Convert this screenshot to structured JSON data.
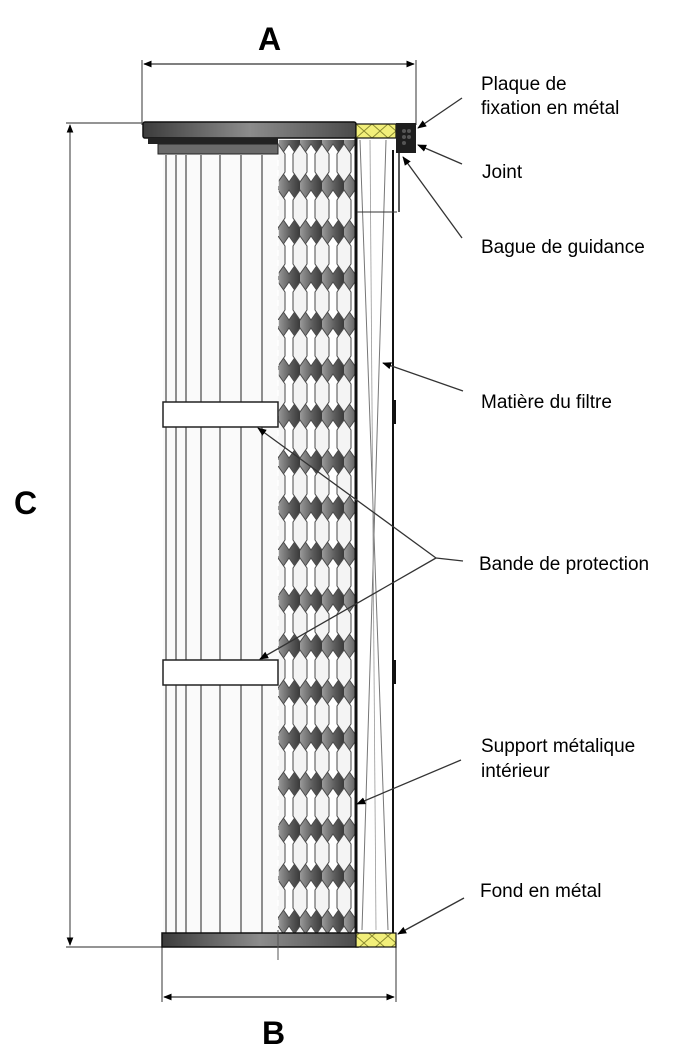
{
  "title": "Filter cartridge cross-section",
  "dimensions": {
    "A": "A",
    "B": "B",
    "C": "C"
  },
  "callouts": [
    {
      "id": "plaque",
      "lines": [
        "Plaque de",
        "fixation en métal"
      ]
    },
    {
      "id": "joint",
      "lines": [
        "Joint"
      ]
    },
    {
      "id": "bague",
      "lines": [
        "Bague de guidance"
      ]
    },
    {
      "id": "matiere",
      "lines": [
        "Matière du filtre"
      ]
    },
    {
      "id": "bande",
      "lines": [
        "Bande de protection"
      ]
    },
    {
      "id": "support",
      "lines": [
        "Support métalique",
        "intérieur"
      ]
    },
    {
      "id": "fond",
      "lines": [
        "Fond en métal"
      ]
    }
  ],
  "colors": {
    "metal_dark": "#3a3a3a",
    "metal_light": "#8a8a8a",
    "gasket_yellow": "#f2ef7a",
    "mesh": "#6e6e6e",
    "line": "#000000",
    "leader": "#333333"
  }
}
